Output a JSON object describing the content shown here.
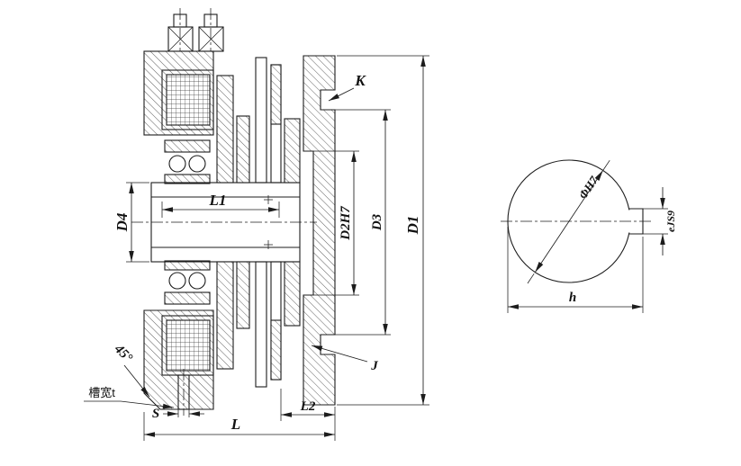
{
  "colors": {
    "line": "#1c1c1c",
    "background": "#ffffff"
  },
  "main_view": {
    "dims": {
      "d4": "D4",
      "l1": "L1",
      "d2h7": "D2H7",
      "d3": "D3",
      "d1": "D1",
      "l2": "L2",
      "l": "L",
      "k": "K",
      "j": "J",
      "s": "S",
      "angle": "45°",
      "slot_width": "槽宽t"
    }
  },
  "section_view": {
    "bore": "ΦH7",
    "keyway_width": "eJS9",
    "width_across": "h"
  }
}
